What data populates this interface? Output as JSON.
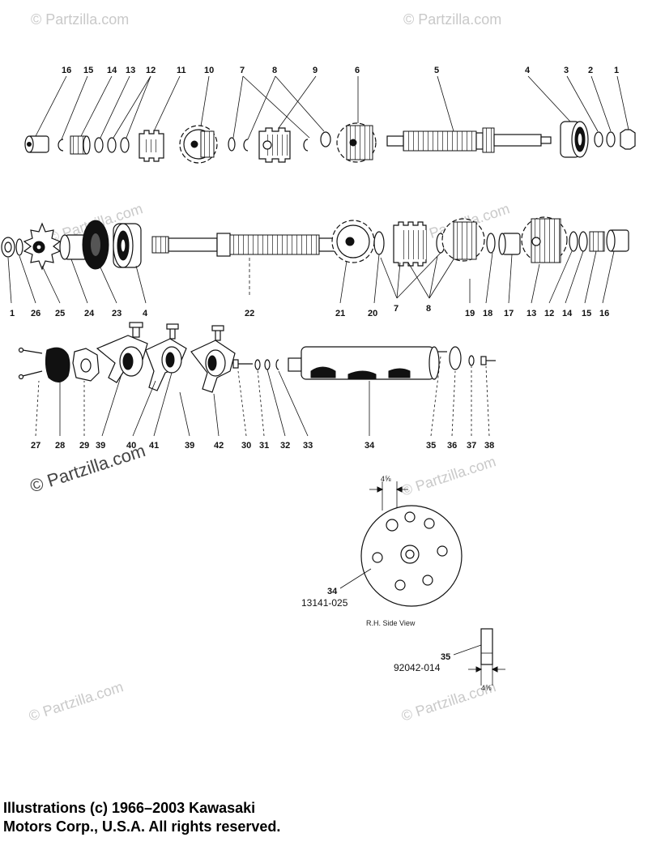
{
  "watermark": "© Partzilla.com",
  "row1_labels": [
    "16",
    "15",
    "14",
    "13",
    "12",
    "11",
    "10",
    "7",
    "8",
    "9",
    "6",
    "5",
    "4",
    "3",
    "2",
    "1"
  ],
  "row2_labels": [
    "1",
    "26",
    "25",
    "24",
    "23",
    "4",
    "22",
    "21",
    "20",
    "7",
    "8",
    "19",
    "18",
    "17",
    "13",
    "12",
    "14",
    "15",
    "16"
  ],
  "row3_labels": [
    "27",
    "28",
    "29",
    "39",
    "40",
    "41",
    "39",
    "42",
    "30",
    "31",
    "32",
    "33",
    "34",
    "35",
    "36",
    "37",
    "38"
  ],
  "detail": {
    "dimension_top": "4⅝",
    "drum_label": "34",
    "drum_part": "13141-025",
    "side_view": "R.H. Side View",
    "pin_label": "35",
    "pin_part": "92042-014",
    "dimension_bottom": "4⅝"
  },
  "copyright_line1": "Illustrations (c) 1966–2003 Kawasaki",
  "copyright_line2": "Motors Corp., U.S.A.  All rights reserved."
}
